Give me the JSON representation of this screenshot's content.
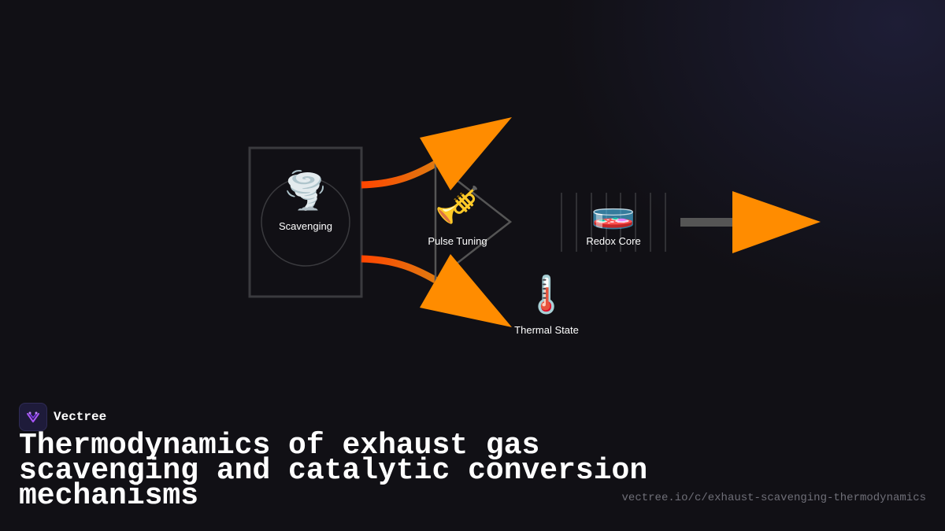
{
  "diagram": {
    "nodes": [
      {
        "id": "scavenging",
        "label": "Scavenging",
        "icon": "tornado-icon",
        "glyph": "🌪️"
      },
      {
        "id": "pulse-tuning",
        "label": "Pulse Tuning",
        "icon": "trumpet-icon",
        "glyph": "🎺"
      },
      {
        "id": "redox-core",
        "label": "Redox Core",
        "icon": "petri-dish-icon",
        "glyph": "🧫"
      },
      {
        "id": "thermal-state",
        "label": "Thermal State",
        "icon": "thermometer-icon",
        "glyph": "🌡️"
      }
    ],
    "colors": {
      "arrow": "#ff8c00",
      "flow_start": "#ff4500",
      "flow_end": "#e07a10",
      "frame": "#3a3a3e",
      "connector": "#555555"
    }
  },
  "brand": {
    "name": "Vectree",
    "icon": "vectree-logo-icon",
    "accent": "#a855f7"
  },
  "title": "Thermodynamics of exhaust gas scavenging and catalytic conversion mechanisms",
  "url": "vectree.io/c/exhaust-scavenging-thermodynamics"
}
